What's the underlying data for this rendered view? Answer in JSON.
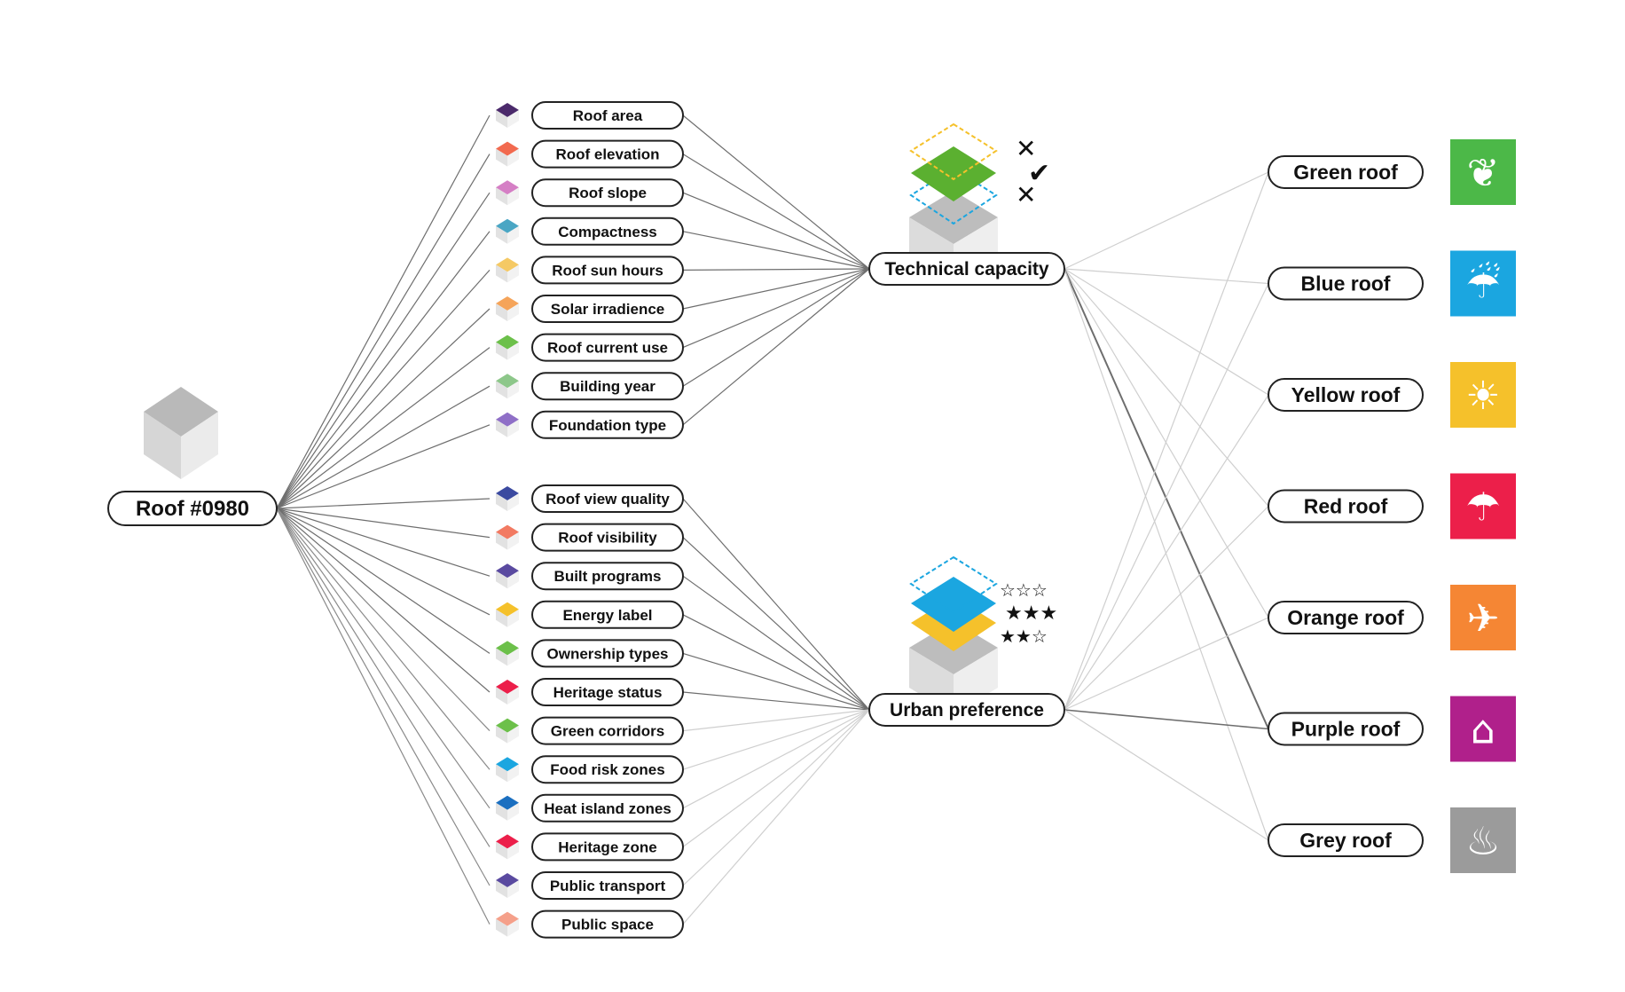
{
  "root": {
    "label": "Roof #0980"
  },
  "categories": {
    "technical": {
      "label": "Technical capacity"
    },
    "urban": {
      "label": "Urban preference"
    }
  },
  "technical_criteria": [
    {
      "label": "Roof area",
      "icon": "roof-area-icon"
    },
    {
      "label": "Roof elevation",
      "icon": "roof-elevation-icon"
    },
    {
      "label": "Roof slope",
      "icon": "roof-slope-icon"
    },
    {
      "label": "Compactness",
      "icon": "compactness-icon"
    },
    {
      "label": "Roof sun hours",
      "icon": "sun-hours-icon"
    },
    {
      "label": "Solar irradience",
      "icon": "solar-irradiance-icon"
    },
    {
      "label": "Roof current use",
      "icon": "current-use-icon"
    },
    {
      "label": "Building year",
      "icon": "building-year-icon"
    },
    {
      "label": "Foundation type",
      "icon": "foundation-icon"
    }
  ],
  "urban_criteria": [
    {
      "label": "Roof view quality",
      "icon": "eye-icon"
    },
    {
      "label": "Roof visibility",
      "icon": "visibility-icon"
    },
    {
      "label": "Built programs",
      "icon": "programs-icon"
    },
    {
      "label": "Energy label",
      "icon": "energy-label-icon"
    },
    {
      "label": "Ownership types",
      "icon": "ownership-icon"
    },
    {
      "label": "Heritage status",
      "icon": "heritage-status-icon"
    },
    {
      "label": "Green corridors",
      "icon": "green-corridor-icon"
    },
    {
      "label": "Food risk zones",
      "icon": "flood-risk-icon"
    },
    {
      "label": "Heat island zones",
      "icon": "heat-island-icon"
    },
    {
      "label": "Heritage zone",
      "icon": "heritage-zone-icon"
    },
    {
      "label": "Public transport",
      "icon": "transport-icon"
    },
    {
      "label": "Public space",
      "icon": "bench-icon"
    }
  ],
  "roof_types": [
    {
      "label": "Green roof",
      "color": "#4cb848",
      "icon": "plant-icon"
    },
    {
      "label": "Blue roof",
      "color": "#1ba6e0",
      "icon": "rain-icon"
    },
    {
      "label": "Yellow roof",
      "color": "#f5c12b",
      "icon": "solar-wind-icon"
    },
    {
      "label": "Red roof",
      "color": "#ec1f4a",
      "icon": "umbrella-icon"
    },
    {
      "label": "Orange roof",
      "color": "#f58634",
      "icon": "drone-icon"
    },
    {
      "label": "Purple roof",
      "color": "#b0208b",
      "icon": "house-icon"
    },
    {
      "label": "Grey roof",
      "color": "#9b9b9b",
      "icon": "factory-icon"
    }
  ],
  "colors": {
    "link_dark": "#6e6e6e",
    "link_light": "#cfcfcf",
    "pill_stroke": "#222222"
  }
}
